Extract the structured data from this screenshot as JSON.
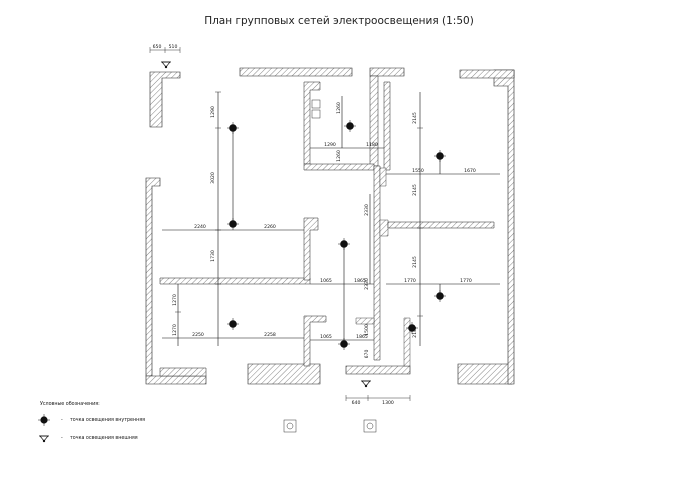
{
  "title": "План групповых сетей электроосвещения (1:50)",
  "dimensions": {
    "top_left_a": "650",
    "top_left_b": "510",
    "left_v_1290": "1290",
    "left_v_3020": "3020",
    "left_v_1730": "1730",
    "left_v_1270a": "1270",
    "left_v_1270b": "1270",
    "mid_h_2240": "2240",
    "mid_h_2260": "2260",
    "low_h_2250": "2250",
    "low_h_2258": "2258",
    "bath_v_1260a": "1260",
    "bath_v_1260b": "1260",
    "bath_h_1290": "1290",
    "bath_h_1180": "1180",
    "c_h_1065a": "1065",
    "c_h_1865a": "1865",
    "c_h_1065b": "1065",
    "c_h_1865b": "1865",
    "c_v_2330": "2330",
    "c_v_2330b": "2330",
    "c_v_1500": "1500",
    "c_v_670": "670",
    "r_v_2145a": "2145",
    "r_v_2145b": "2145",
    "r_v_2145c": "2145",
    "r_v_2145d": "2145",
    "r_h_1550": "1550",
    "r_h_1670": "1670",
    "r_h_1770a": "1770",
    "r_h_1770b": "1770",
    "bottom_640": "640",
    "bottom_1300": "1300"
  },
  "legend": {
    "heading": "Условные обозначения:",
    "items": [
      {
        "symbol": "inner-light-icon",
        "dash": "-",
        "label": "точка освещения внутренняя"
      },
      {
        "symbol": "outer-light-icon",
        "dash": "-",
        "label": "точка освещения внешняя"
      }
    ]
  }
}
